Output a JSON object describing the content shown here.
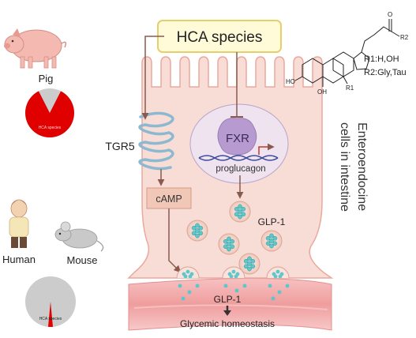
{
  "title_box": "HCA species",
  "species": {
    "pig": "Pig",
    "human": "Human",
    "mouse": "Mouse",
    "pie_label_pig": "HCA species",
    "pie_label_human": "HCA species"
  },
  "receptors": {
    "tgr5": "TGR5",
    "camp": "cAMP",
    "fxr": "FXR",
    "proglucagon": "proglucagon"
  },
  "glp": {
    "intra": "GLP-1",
    "secreted": "GLP-1"
  },
  "cell_label": {
    "line1": "Enteroendocine",
    "line2": "cells in intestine"
  },
  "outcome": "Glycemic homeostasis",
  "structure": {
    "r1": "R1:H,OH",
    "r2": "R2:Gly,Tau",
    "ho": "HO",
    "oh": "OH",
    "r1_sub": "R1",
    "r2_sub": "R2",
    "o": "O"
  },
  "colors": {
    "cell_fill": "#f8dcd6",
    "cell_stroke": "#e9a99d",
    "nucleus": "#efe3ef",
    "fxr": "#b79bd0",
    "arrow": "#8a5a4e",
    "camp_box": "#f1c8b8",
    "hca_box_fill": "#fffbd8",
    "hca_box_stroke": "#e6cf6a",
    "pie_red": "#e00000",
    "pie_grey": "#cccccc",
    "vesicle": "#5fc7c9",
    "intestine": "#f3a9a9"
  },
  "pie_pig_fraction": 0.85,
  "pie_human_fraction": 0.03
}
